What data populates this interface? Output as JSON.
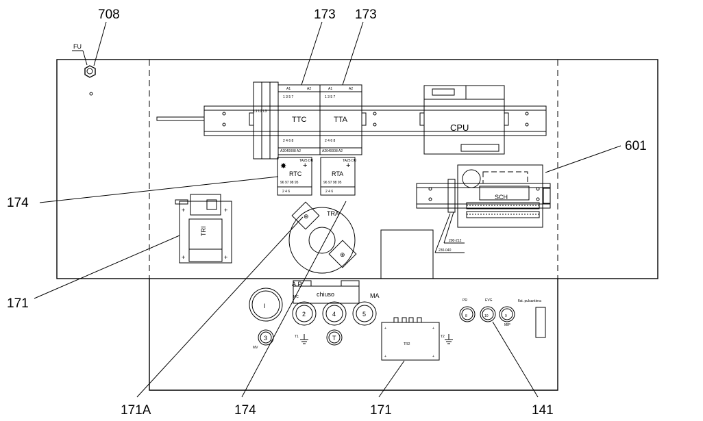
{
  "references": {
    "r708": "708",
    "r173a": "173",
    "r173b": "173",
    "r601": "601",
    "r174a": "174",
    "r171a": "171",
    "r171A": "171A",
    "r174b": "174",
    "r171b": "171",
    "r141": "141"
  },
  "labels": {
    "fu": "FU",
    "ttc": "TTC",
    "tta": "TTA",
    "cpu": "CPU",
    "rtc": "RTC",
    "rta": "RTA",
    "sch": "SCH",
    "tra": "TRA",
    "trl": "TRI",
    "tr2": "TR2",
    "ap": "A.P.",
    "mc": "MC",
    "chiuso": "chiuso",
    "ma": "MA",
    "mv": "MV",
    "pr": "PR",
    "evg": "EVG",
    "mip": "MIP",
    "flat": "flat. pulsantiera",
    "l123": "L1 L2 L3",
    "t1": "T1",
    "t2": "T2",
    "btn_i": "I",
    "btn_2": "2",
    "btn_4": "4",
    "btn_5": "5",
    "btn_3": "3",
    "btn_t": "T",
    "btn_8": "8",
    "btn_10": "10",
    "btn_9": "9",
    "a1": "A1",
    "a2": "A2",
    "a1b": "A1",
    "a2b": "A2",
    "ttc_top": "1    3    5    7",
    "tta_top": "1    3    5    7",
    "ttc_bot": "2    4    6    8",
    "tta_bot": "2    4    6    8",
    "ttc_code": "A2040008     A2",
    "tta_code": "A2040008     A2",
    "rtc_pins": "96   97   98   95",
    "rta_pins": "96   97   98   95",
    "rtc_bot": "2     4     6",
    "rta_bot": "2     4     6",
    "rtc_code": "TA25 DU",
    "rta_code": "TA25 DU",
    "term1": "200-212",
    "term2": "230-040"
  }
}
